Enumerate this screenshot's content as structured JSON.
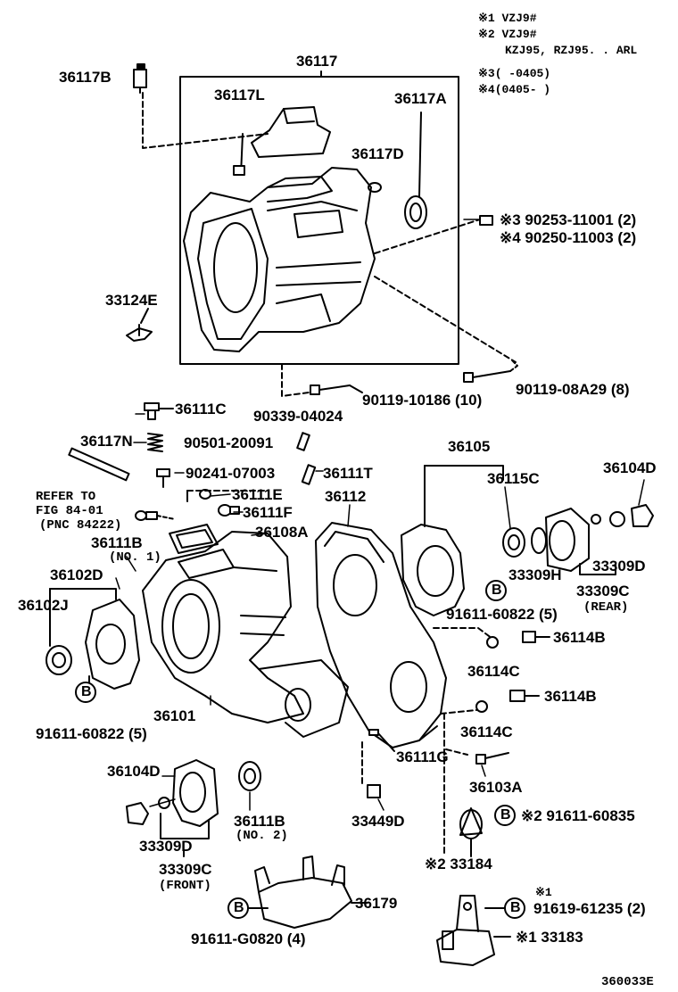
{
  "notes": {
    "n1": "※1 VZJ9#",
    "n2": "※2 VZJ9#",
    "n2b": "KZJ95, RZJ95. . ARL",
    "n3": "※3(     -0405)",
    "n4": "※4(0405-       )"
  },
  "parts": {
    "p36117": "36117",
    "p36117B": "36117B",
    "p36117L": "36117L",
    "p36117A": "36117A",
    "p36117D": "36117D",
    "p90253": "※3  90253-11001 (2)",
    "p90250": "※4  90250-11003 (2)",
    "p33124E": "33124E",
    "p36111C": "36111C",
    "p90339": "90339-04024",
    "p90119a": "90119-10186 (10)",
    "p90119b": "90119-08A29 (8)",
    "p36117N": "36117N",
    "p90501": "90501-20091",
    "p36105": "36105",
    "p36104D_top": "36104D",
    "p90241": "90241-07003",
    "p36111T": "36111T",
    "p36115C": "36115C",
    "p36111E": "36111E",
    "p36111F": "36111F",
    "p36112": "36112",
    "refer1": "REFER TO",
    "refer2": "FIG 84-01",
    "refer3": "(PNC 84222)",
    "p36108A": "36108A",
    "p36111B_1": "36111B",
    "no1": "(NO. 1)",
    "p33309H": "33309H",
    "p33309D_r": "33309D",
    "p36102D": "36102D",
    "p33309C_r": "33309C",
    "rear": "(REAR)",
    "p36102J": "36102J",
    "p91611_r": "91611-60822 (5)",
    "p36114B_1": "36114B",
    "p36114C_1": "36114C",
    "p36101": "36101",
    "p36114B_2": "36114B",
    "p91611_l": "91611-60822 (5)",
    "p36114C_2": "36114C",
    "p36111G": "36111G",
    "p36104D_bot": "36104D",
    "p36103A": "36103A",
    "p36111B_2": "36111B",
    "no2": "(NO. 2)",
    "p33449D": "33449D",
    "p91611_60835": "※2 91611-60835",
    "p33309D_f": "33309D",
    "p33309C_f": "33309C",
    "front": "(FRONT)",
    "p33184": "※2 33184",
    "p36179": "36179",
    "n1b": "※1",
    "p91619": "91619-61235 (2)",
    "p91611_G": "91611-G0820 (4)",
    "p33183": "※1 33183",
    "figcode": "360033E"
  },
  "circle_b": "B"
}
